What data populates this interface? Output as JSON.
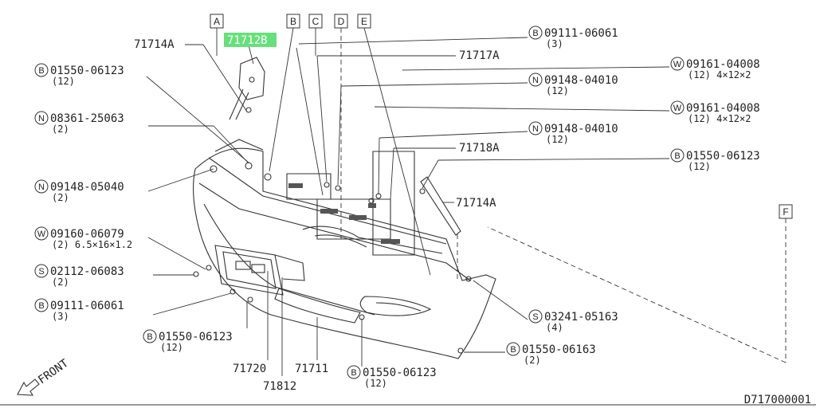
{
  "diagram_id": "D717000001",
  "front_label": "FRONT",
  "highlight_color": "#66e07a",
  "callout_boxes": [
    "A",
    "B",
    "C",
    "D",
    "E",
    "F"
  ],
  "parts": {
    "p71714a_top": "71714A",
    "p71712b": "71712B",
    "p71717a": "71717A",
    "p71718a": "71718A",
    "p71714a_right": "71714A",
    "p71720": "71720",
    "p71711": "71711",
    "p71812": "71812"
  },
  "fasteners": [
    {
      "badge": "B",
      "number": "09111-06061",
      "qty": "(3)"
    },
    {
      "badge": "W",
      "number": "09161-04008",
      "qty": "(12) 4×12×2"
    },
    {
      "badge": "N",
      "number": "09148-04010",
      "qty": "(12)"
    },
    {
      "badge": "W",
      "number": "09161-04008",
      "qty": "(12) 4×12×2"
    },
    {
      "badge": "N",
      "number": "09148-04010",
      "qty": "(12)"
    },
    {
      "badge": "B",
      "number": "01550-06123",
      "qty": "(12)"
    },
    {
      "badge": "B",
      "number": "01550-06123",
      "qty": "(12)"
    },
    {
      "badge": "N",
      "number": "08361-25063",
      "qty": "(2)"
    },
    {
      "badge": "N",
      "number": "09148-05040",
      "qty": "(2)"
    },
    {
      "badge": "W",
      "number": "09160-06079",
      "qty": "(2) 6.5×16×1.2"
    },
    {
      "badge": "S",
      "number": "02112-06083",
      "qty": "(2)"
    },
    {
      "badge": "B",
      "number": "09111-06061",
      "qty": "(3)"
    },
    {
      "badge": "B",
      "number": "01550-06123",
      "qty": "(12)"
    },
    {
      "badge": "S",
      "number": "03241-05163",
      "qty": "(4)"
    },
    {
      "badge": "B",
      "number": "01550-06163",
      "qty": "(2)"
    },
    {
      "badge": "B",
      "number": "01550-06123",
      "qty": "(12)"
    }
  ]
}
